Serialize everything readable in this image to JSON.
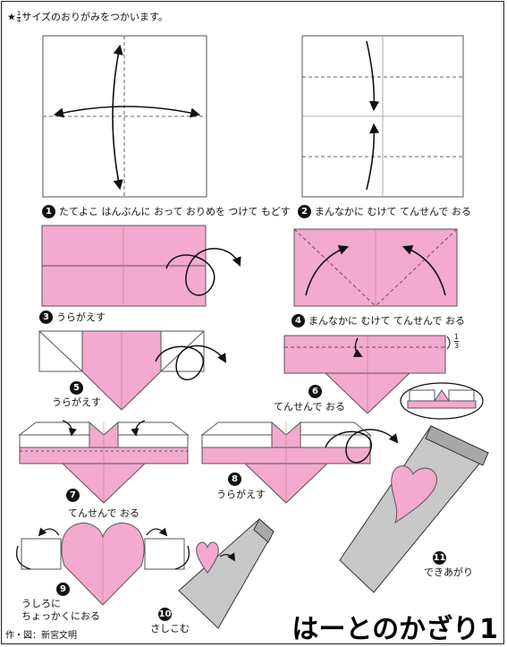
{
  "header_note": {
    "star": "★",
    "frac_num": "1",
    "frac_den": "4",
    "text": "サイズのおりがみをつかいます。"
  },
  "steps": [
    {
      "num": "1",
      "text": "たてよこ はんぶんに おって おりめを つけて もどす"
    },
    {
      "num": "2",
      "text": "まんなかに むけて てんせんで おる"
    },
    {
      "num": "3",
      "text": "うらがえす"
    },
    {
      "num": "4",
      "text": "まんなかに むけて てんせんで おる"
    },
    {
      "num": "5",
      "text": "うらがえす"
    },
    {
      "num": "6",
      "text": "てんせんで おる"
    },
    {
      "num": "7",
      "text": "てんせんで おる"
    },
    {
      "num": "8",
      "text": "うらがえす"
    },
    {
      "num": "9",
      "text_line1": "うしろに",
      "text_line2": "ちょっかくにおる"
    },
    {
      "num": "10",
      "text": "さしこむ"
    },
    {
      "num": "11",
      "text": "できあがり"
    }
  ],
  "step4_fraction": {
    "num": "1",
    "den": "3"
  },
  "credit": "作・図：新宮文明",
  "title": "はーとのかざり1",
  "colors": {
    "paper_pink": "#f4a9cf",
    "paper_white": "#ffffff",
    "stand_gray": "#c8c8c8",
    "line": "#111111",
    "border": "#222222"
  }
}
